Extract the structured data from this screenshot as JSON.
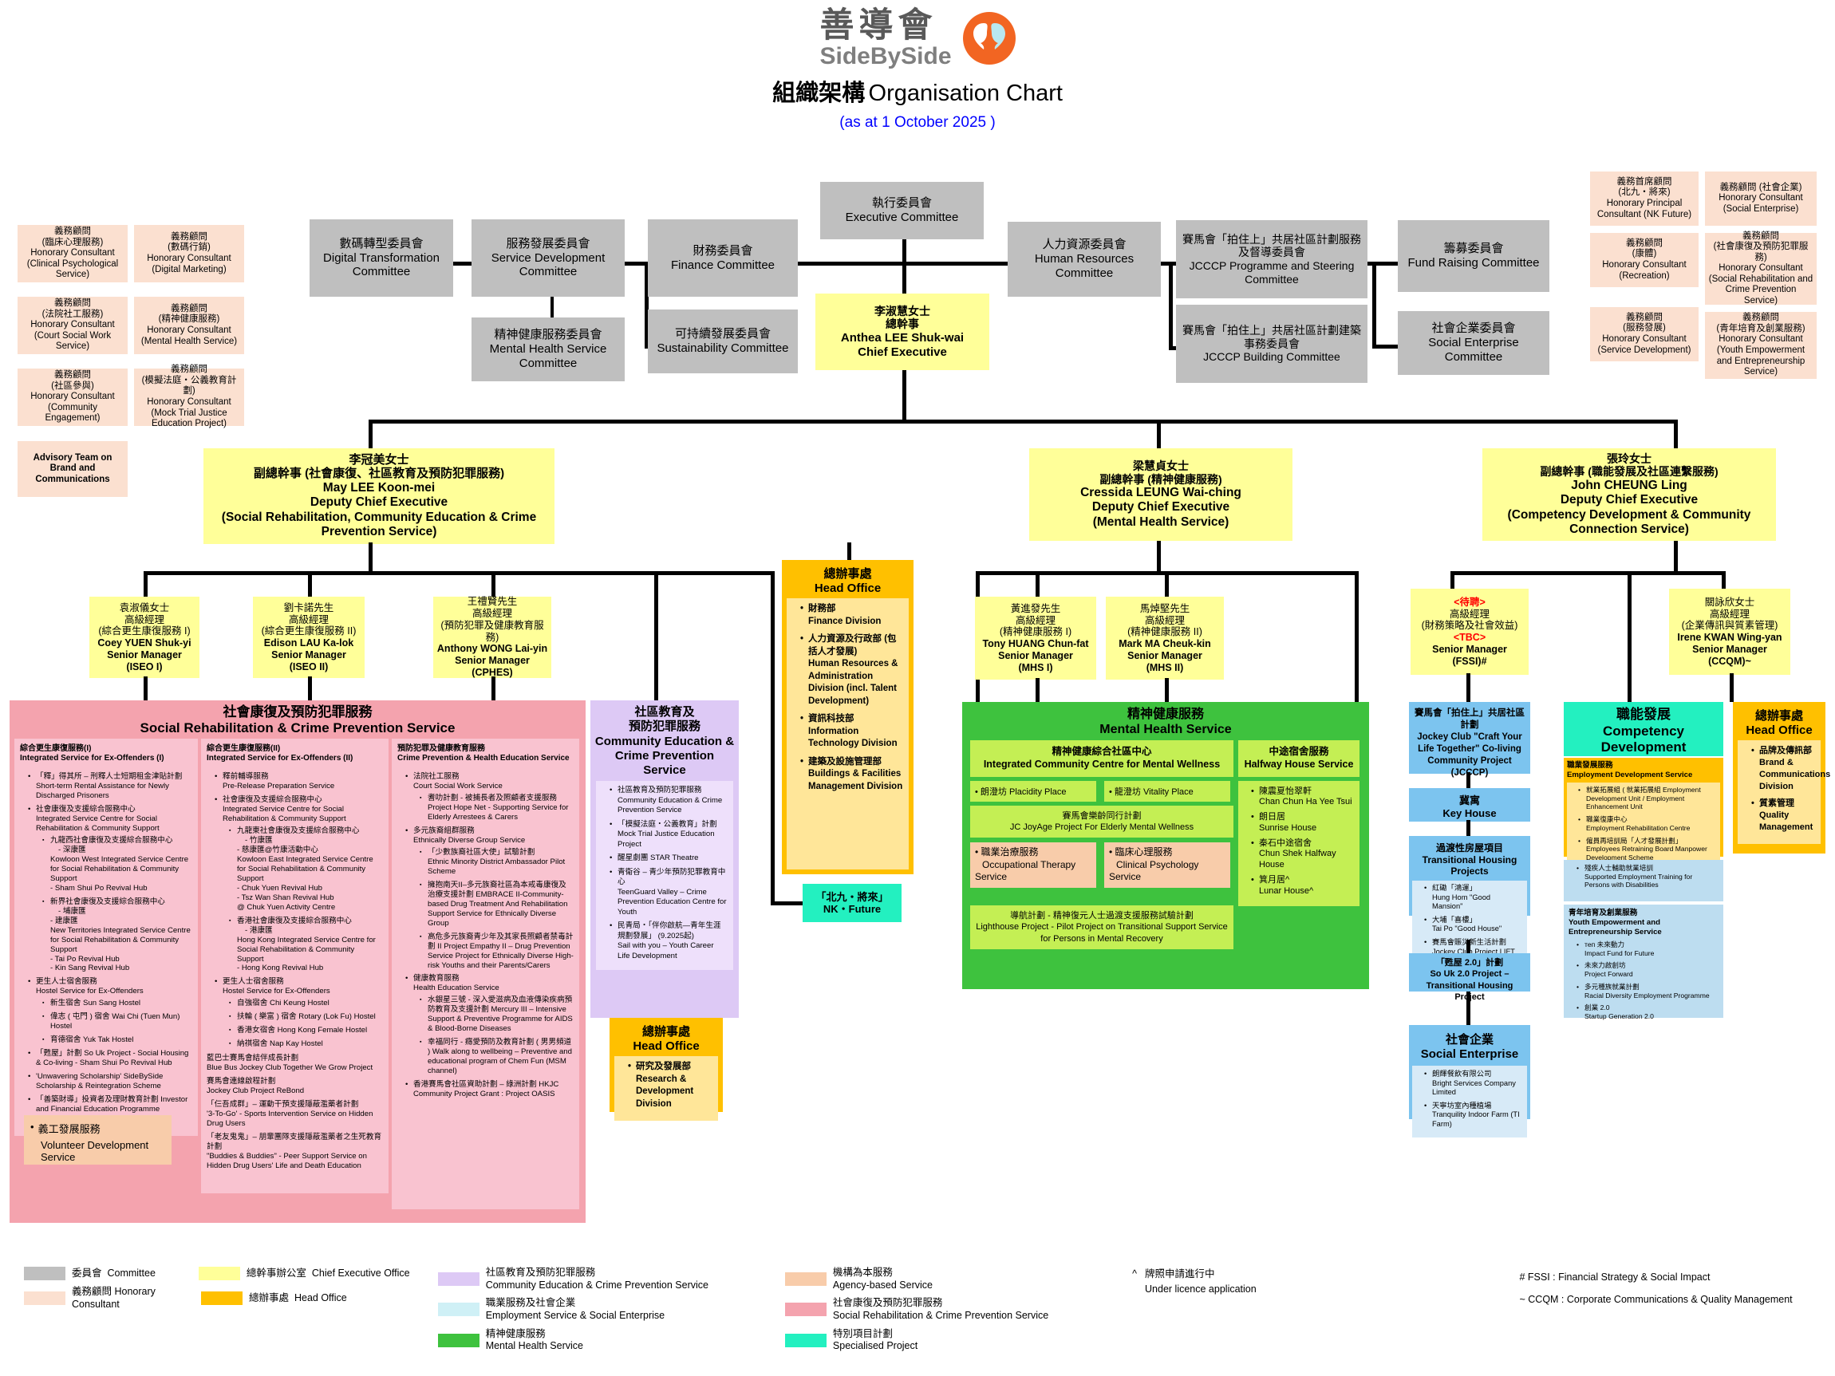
{
  "header": {
    "org_zh": "善導會",
    "org_en": "SideBySide",
    "title_zh": "組織架構",
    "title_en": "Organisation Chart",
    "asat": "(as at 1 October 2025 )",
    "logo_color": "#f26522"
  },
  "honorary_left": [
    {
      "l1": "義務顧問",
      "l2": "(臨床心理服務)",
      "l3": "Honorary Consultant",
      "l4": "(Clinical Psychological Service)"
    },
    {
      "l1": "義務顧問",
      "l2": "(數碼行銷)",
      "l3": "Honorary Consultant",
      "l4": "(Digital Marketing)"
    },
    {
      "l1": "義務顧問",
      "l2": "(法院社工服務)",
      "l3": "Honorary Consultant",
      "l4": "(Court Social Work Service)"
    },
    {
      "l1": "義務顧問",
      "l2": "(精神健康服務)",
      "l3": "Honorary Consultant",
      "l4": "(Mental Health Service)"
    },
    {
      "l1": "義務顧問",
      "l2": "(社區參與)",
      "l3": "Honorary Consultant",
      "l4": "(Community Engagement)"
    },
    {
      "l1": "義務顧問",
      "l2": "(模擬法庭・公義教育計劃)",
      "l3": "Honorary Consultant",
      "l4": "(Mock Trial Justice Education Project)"
    }
  ],
  "advisory_team": "Advisory Team on Brand and Communications",
  "honorary_right": [
    {
      "l1": "義務首席顧問",
      "l2": "(北九・將來)",
      "l3": "Honorary Principal",
      "l4": "Consultant (NK Future)"
    },
    {
      "l1": "義務顧問 (社會企業)",
      "l2": "",
      "l3": "Honorary Consultant",
      "l4": "(Social Enterprise)"
    },
    {
      "l1": "義務顧問",
      "l2": "(康體)",
      "l3": "Honorary Consultant",
      "l4": "(Recreation)"
    },
    {
      "l1": "義務顧問",
      "l2": "(社會康復及預防犯罪服務)",
      "l3": "Honorary Consultant",
      "l4": "(Social Rehabilitation and Crime Prevention Service)"
    },
    {
      "l1": "義務顧問",
      "l2": "(服務發展)",
      "l3": "Honorary Consultant",
      "l4": "(Service Development)"
    },
    {
      "l1": "義務顧問",
      "l2": "(青年培育及創業服務)",
      "l3": "Honorary Consultant",
      "l4": "(Youth Empowerment and Entrepreneurship Service)"
    }
  ],
  "committees": {
    "executive": {
      "zh": "執行委員會",
      "en": "Executive Committee"
    },
    "digital": {
      "zh": "數碼轉型委員會",
      "en": "Digital Transformation Committee"
    },
    "service_dev": {
      "zh": "服務發展委員會",
      "en": "Service Development Committee"
    },
    "mental_health": {
      "zh": "精神健康服務委員會",
      "en": "Mental Health Service Committee"
    },
    "finance": {
      "zh": "財務委員會",
      "en": "Finance Committee"
    },
    "sustainability": {
      "zh": "可持續發展委員會",
      "en": "Sustainability Committee"
    },
    "hr": {
      "zh": "人力資源委員會",
      "en": "Human Resources Committee"
    },
    "jcccp_prog": {
      "zh": "賽馬會「拍住上」共居社區計劃服務及督導委員會",
      "en": "JCCCP Programme and Steering Committee"
    },
    "jcccp_build": {
      "zh": "賽馬會「拍住上」共居社區計劃建築事務委員會",
      "en": "JCCCP Building Committee"
    },
    "fund_raising": {
      "zh": "籌募委員會",
      "en": "Fund Raising Committee"
    },
    "social_ent": {
      "zh": "社會企業委員會",
      "en": "Social Enterprise Committee"
    }
  },
  "chief_executive": {
    "name_zh": "李淑慧女士",
    "title_zh": "總幹事",
    "name_en": "Anthea LEE Shuk-wai",
    "title_en": "Chief Executive"
  },
  "dce": [
    {
      "name_zh": "李冠美女士",
      "title_zh": "副總幹事 (社會康復、社區教育及預防犯罪服務)",
      "name_en": "May LEE Koon-mei",
      "title_en": "Deputy Chief Executive",
      "scope_en": "(Social Rehabilitation, Community Education & Crime Prevention Service)"
    },
    {
      "name_zh": "梁慧貞女士",
      "title_zh": "副總幹事 (精神健康服務)",
      "name_en": "Cressida LEUNG Wai-ching",
      "title_en": "Deputy Chief Executive",
      "scope_en": "(Mental Health Service)"
    },
    {
      "name_zh": "張玲女士",
      "title_zh": "副總幹事 (職能發展及社區連繫服務)",
      "name_en": "John CHEUNG Ling",
      "title_en": "Deputy Chief Executive",
      "scope_en": "(Competency Development & Community Connection Service)"
    }
  ],
  "senior_managers": [
    {
      "name_zh": "袁淑儀女士",
      "rank_zh": "高級經理",
      "scope_zh": "(綜合更生康復服務 I)",
      "name_en": "Coey YUEN Shuk-yi",
      "rank_en": "Senior Manager",
      "scope_en": "(ISEO I)"
    },
    {
      "name_zh": "劉卡諾先生",
      "rank_zh": "高級經理",
      "scope_zh": "(綜合更生康復服務 II)",
      "name_en": "Edison LAU Ka-lok",
      "rank_en": "Senior Manager",
      "scope_en": "(ISEO II)"
    },
    {
      "name_zh": "王禮賢先生",
      "rank_zh": "高級經理",
      "scope_zh": "(預防犯罪及健康教育服務)",
      "name_en": "Anthony WONG Lai-yin",
      "rank_en": "Senior Manager",
      "scope_en": "(CPHES)"
    },
    {
      "name_zh": "黃進發先生",
      "rank_zh": "高級經理",
      "scope_zh": "(精神健康服務 I)",
      "name_en": "Tony HUANG Chun-fat",
      "rank_en": "Senior Manager",
      "scope_en": "(MHS I)"
    },
    {
      "name_zh": "馬焯堅先生",
      "rank_zh": "高級經理",
      "scope_zh": "(精神健康服務 II)",
      "name_en": "Mark MA Cheuk-kin",
      "rank_en": "Senior Manager",
      "scope_en": "(MHS II)"
    },
    {
      "name_zh": "<待聘>",
      "rank_zh": "高級經理",
      "scope_zh": "(財務策略及社會效益)",
      "name_en": "<TBC>",
      "rank_en": "Senior Manager",
      "scope_en": "(FSSI)#",
      "vacant": true
    },
    {
      "name_zh": "關詠欣女士",
      "rank_zh": "高級經理",
      "scope_zh": "(企業傳訊與質素管理)",
      "name_en": "Irene KWAN Wing-yan",
      "rank_en": "Senior Manager",
      "scope_en": "(CCQM)~"
    }
  ],
  "head_office_main": {
    "title_zh": "總辦事處",
    "title_en": "Head Office",
    "items": [
      {
        "zh": "財務部",
        "en": "Finance Division"
      },
      {
        "zh": "人力資源及行政部 (包括人才發展)",
        "en": "Human Resources & Administration Division (incl. Talent Development)"
      },
      {
        "zh": "資訊科技部",
        "en": "Information Technology Division"
      },
      {
        "zh": "建築及設施管理部",
        "en": "Buildings & Facilities Management Division"
      }
    ]
  },
  "nk_future": {
    "zh": "「北九・將來」",
    "en": "NK・Future"
  },
  "head_office_rd": {
    "title_zh": "總辦事處",
    "title_en": "Head Office",
    "items": [
      {
        "zh": "研究及發展部",
        "en": "Research & Development Division"
      }
    ]
  },
  "head_office_right": {
    "title_zh": "總辦事處",
    "title_en": "Head Office",
    "items": [
      {
        "zh": "品牌及傳訊部",
        "en": "Brand & Communications Division"
      },
      {
        "zh": "質素管理",
        "en": "Quality Management"
      }
    ]
  },
  "srcps": {
    "title_zh": "社會康復及預防犯罪服務",
    "title_en": "Social Rehabilitation & Crime Prevention Service",
    "columns": [
      {
        "head_zh": "綜合更生康復服務(I)",
        "head_en": "Integrated Service for Ex-Offenders (I)",
        "items": [
          {
            "zh": "「釋」得其所 – 刑釋人士短期租金津貼計劃",
            "en": "Short-term Rental Assistance for Newly Discharged Prisoners"
          },
          {
            "zh": "社會康復及支援綜合服務中心",
            "en": "Integrated Service Centre for Social Rehabilitation & Community Support",
            "sub": [
              {
                "zh": "九龍西社會康復及支援綜合服務中心",
                "zh2": "- 深康匯",
                "en": "Kowloon West Integrated Service Centre for Social Rehabilitation & Community Support",
                "en2": "- Sham Shui Po Revival Hub"
              },
              {
                "zh": "新界社會康復及支援綜合服務中心",
                "zh2": "- 埔康匯\n- 建康匯",
                "en": "New Territories Integrated Service Centre for Social Rehabilitation & Community Support",
                "en2": "- Tai Po Revival Hub\n- Kin Sang Revival Hub"
              }
            ]
          },
          {
            "zh": "更生人士宿舍服務",
            "en": "Hostel Service for Ex-Offenders",
            "sub": [
              {
                "zh": "新生宿舍 Sun Sang Hostel"
              },
              {
                "zh": "偉志 ( 屯門 ) 宿舍 Wai Chi (Tuen Mun) Hostel"
              },
              {
                "zh": "育德宿舍 Yuk Tak Hostel"
              }
            ]
          },
          {
            "zh": "「甦屋」計劃 So Uk Project - Social Housing & Co-living - Sham Shui Po Revival Hub"
          },
          {
            "zh": "'Unwavering Scholarship' SideBySide Scholarship & Reintegration Scheme"
          },
          {
            "zh": "「善築財導」投資者及理財教育計劃 Investor and Financial Education Programme"
          }
        ],
        "volunteer": {
          "zh": "義工發展服務",
          "en": "Volunteer Development Service"
        }
      },
      {
        "head_zh": "綜合更生康復服務(II)",
        "head_en": "Integrated Service for Ex-Offenders (II)",
        "items": [
          {
            "zh": "釋前輔導服務",
            "en": "Pre-Release Preparation Service"
          },
          {
            "zh": "社會康復及支援綜合服務中心",
            "en": "Integrated Service Centre for Social Rehabilitation & Community Support",
            "sub": [
              {
                "zh": "九龍東社會康復及支援綜合服務中心",
                "zh2": "- 竹康匯\n- 慈康匯@竹康活動中心",
                "en": "Kowloon East Integrated Service Centre for Social Rehabilitation & Community Support",
                "en2": "- Chuk Yuen Revival Hub\n- Tsz Wan Shan Revival Hub\n  @ Chuk Yuen Activity Centre"
              },
              {
                "zh": "香港社會康復及支援綜合服務中心",
                "zh2": "- 港康匯",
                "en": "Hong Kong Integrated Service Centre for Social Rehabilitation & Community Support",
                "en2": "- Hong Kong Revival Hub"
              }
            ]
          },
          {
            "zh": "更生人士宿舍服務",
            "en": "Hostel Service for Ex-Offenders",
            "sub": [
              {
                "zh": "自強宿舍 Chi Keung Hostel"
              },
              {
                "zh": "扶輪 ( 樂富 ) 宿舍 Rotary (Lok Fu) Hostel"
              },
              {
                "zh": "香港女宿舍 Hong Kong Female Hostel"
              },
              {
                "zh": "納祺宿舍 Nap Kay Hostel"
              }
            ]
          },
          {
            "zh": "藍巴士賽馬會結伴成長計劃",
            "en": "Blue Bus Jockey Club Together We Grow Project"
          },
          {
            "zh": "賽馬會連線啟程計劃",
            "en": "Jockey Club Project ReBond"
          },
          {
            "zh": "「仨吾成群」– 運動干預支援隱蔽濫藥者計劃",
            "en": "'3-To-Go' - Sports Intervention Service on Hidden Drug Users"
          },
          {
            "zh": "「老友鬼鬼」– 朋輩團隊支援隱蔽濫藥者之生死教育計劃",
            "en": "\"Buddies & Buddies\" - Peer Support Service on Hidden Drug Users' Life and Death Education"
          }
        ]
      },
      {
        "head_zh": "預防犯罪及健康教育服務",
        "head_en": "Crime Prevention & Health Education Service",
        "items": [
          {
            "zh": "法院社工服務",
            "en": "Court Social Work Service",
            "sub": [
              {
                "zh": "耆叻計劃 - 被捕長者及照顧者支援服務",
                "en": "Project Hope Net - Supporting Service for Elderly Arrestees & Carers"
              }
            ]
          },
          {
            "zh": "多元族裔組群服務",
            "en": "Ethnically Diverse Group Service",
            "sub": [
              {
                "zh": "「少數族裔社區大使」試驗計劃",
                "en": "Ethnic Minority District Ambassador Pilot Scheme"
              },
              {
                "zh": "擁抱南天II–多元族裔社區為本戒毒康復及治療支援計劃 EMBRACE II-Community-based Drug Treatment And Rehabilitation Support Service for Ethnically Diverse Group"
              },
              {
                "zh": "高危多元族裔青少年及其家長照顧者禁毒計劃 II Project Empathy II – Drug Prevention Service Project for Ethnically Diverse High-risk Youths and their Parents/Carers"
              }
            ]
          },
          {
            "zh": "健康教育服務",
            "en": "Health Education Service",
            "sub": [
              {
                "zh": "水銀星三號 - 深入愛滋病及血液傳染疾病預防教育及支援計劃 Mercury III – Intensive Support & Preventive Programme for AIDS & Blood-Borne Diseases"
              },
              {
                "zh": "幸福同行 - 癮愛預防及教育計劃 ( 男男頻道 ) Walk along to wellbeing – Preventive and educational program of Chem Fun (MSM channel)"
              }
            ]
          },
          {
            "zh": "香港賽馬會社區資助計劃 – 綠洲計劃 HKJC Community Project Grant : Project OASIS"
          }
        ]
      }
    ]
  },
  "cecps": {
    "title_zh1": "社區教育及",
    "title_zh2": "預防犯罪服務",
    "title_en": "Community Education & Crime Prevention Service",
    "items": [
      {
        "zh": "社區教育及預防犯罪服務",
        "en": "Community Education & Crime Prevention Service"
      },
      {
        "zh": "「模擬法庭・公義教育」計劃",
        "en": "Mock Trial Justice Education Project"
      },
      {
        "zh": "醒星劇團 STAR Theatre"
      },
      {
        "zh": "青衞谷 – 青少年預防犯罪教育中心",
        "en": "TeenGuard Valley – Crime Prevention Education Centre for Youth"
      },
      {
        "zh": "民青局・「伴你啟航—青年生涯規劃發展」 (9.2025起)",
        "en": "Sail with you – Youth Career Life Development"
      }
    ]
  },
  "mhs": {
    "title_zh": "精神健康服務",
    "title_en": "Mental Health Service",
    "iccmw": {
      "zh": "精神健康綜合社區中心",
      "en": "Integrated Community Centre for Mental Wellness"
    },
    "places": [
      {
        "zh": "朗澄坊",
        "en": "Placidity Place"
      },
      {
        "zh": "龍澄坊",
        "en": "Vitality Place"
      }
    ],
    "joyage": {
      "zh": "賽馬會樂齡同行計劃",
      "en": "JC JoyAge Project For Elderly Mental Wellness"
    },
    "clinical": [
      {
        "zh": "職業治療服務",
        "en": "Occupational Therapy Service"
      },
      {
        "zh": "臨床心理服務",
        "en": "Clinical Psychology Service"
      }
    ],
    "lighthouse": {
      "zh": "導航計劃 - 精神復元人士過渡支援服務試驗計劃",
      "en": "Lighthouse Project - Pilot Project on Transitional Support Service for Persons in Mental Recovery"
    },
    "halfway": {
      "zh": "中途宿舍服務",
      "en": "Halfway House Service",
      "items": [
        {
          "zh": "陳震夏怡翠軒",
          "en": "Chan Chun Ha Yee Tsui"
        },
        {
          "zh": "朗日居",
          "en": "Sunrise House"
        },
        {
          "zh": "秦石中途宿舍",
          "en": "Chun Shek Halfway House"
        },
        {
          "zh": "箕月居^",
          "en": "Lunar House^"
        }
      ]
    }
  },
  "jcccp": {
    "title_zh": "賽馬會「拍住上」共居社區計劃",
    "title_en": "Jockey Club \"Craft Your Life Together\" Co-living Community Project (JCCCP)",
    "key_house": {
      "zh": "冀寓",
      "en": "Key House"
    },
    "transitional": {
      "zh": "過渡性房屋項目",
      "en": "Transitional Housing Projects",
      "items": [
        {
          "zh": "紅磡「鴻運」",
          "en": "Hung Hom \"Good Mansion\""
        },
        {
          "zh": "大埔「喜樓」",
          "en": "Tai Po \"Good House\""
        },
        {
          "zh": "賽馬會賑災新生活計劃",
          "en": "Jockey Club Project LIFT"
        }
      ]
    },
    "souk": {
      "zh": "「甦屋 2.0」計劃",
      "en": "So Uk 2.0 Project – Transitional Housing Project"
    },
    "social_ent": {
      "zh": "社會企業",
      "en": "Social Enterprise",
      "items": [
        {
          "zh": "朗輝餐飲有限公司",
          "en": "Bright Services Company Limited"
        },
        {
          "zh": "天寧坊室內種植場",
          "en": "Tranquility Indoor Farm (TI Farm)"
        }
      ]
    }
  },
  "competency": {
    "title_zh": "職能發展",
    "title_en": "Competency Development",
    "sections": [
      {
        "zh": "職業發展服務",
        "en": "Employment Development Service",
        "color": "#ffe699",
        "items": [
          {
            "zh": "就業拓展組 ( 就業拓展組 Employment Development Unit / Employment Enhancement Unit"
          },
          {
            "zh": "職業復康中心",
            "en": "Employment Rehabilitation Centre"
          },
          {
            "zh": "僱員再培訓局「人才發展計劃」",
            "en": "Employees Retraining Board Manpower Development Scheme"
          }
        ]
      },
      {
        "zh": "",
        "en": "",
        "color": "#bdddf0",
        "items": [
          {
            "zh": "殘疾人士輔助就業培訓",
            "en": "Supported Employment Training for Persons with Disabilities"
          }
        ]
      },
      {
        "zh": "青年培育及創業服務",
        "en": "Youth Empowerment and Entrepreneurship Service",
        "color": "#bdddf0",
        "items": [
          {
            "zh": "теп 未來動力",
            "en": "Impact Fund for Future"
          },
          {
            "zh": "未來力啟創坊",
            "en": "Project Forward"
          },
          {
            "zh": "多元種族就業計劃",
            "en": "Racial Diversity Employment Programme"
          },
          {
            "zh": "創業 2.0",
            "en": "Startup Generation 2.0"
          }
        ]
      }
    ]
  },
  "legend": {
    "swatches": [
      {
        "color": "#bfbfbf",
        "zh": "委員會",
        "en": "Committee"
      },
      {
        "color": "#ffff99",
        "zh": "總幹事辦公室",
        "en": "Chief Executive Office"
      },
      {
        "color": "#ddc9f5",
        "zh": "社區教育及預防犯罪服務",
        "en": "Community Education & Crime Prevention Service"
      },
      {
        "color": "#f8ccaa",
        "zh": "機構為本服務",
        "en": "Agency-based Service"
      },
      {
        "color": "#fbe0d0",
        "zh": "義務顧問 Honorary Consultant",
        "en": ""
      },
      {
        "color": "#ffc000",
        "zh": "總辦事處",
        "en": "Head Office"
      },
      {
        "color": "#cff0f6",
        "zh": "職業服務及社會企業",
        "en": "Employment Service & Social Enterprise"
      },
      {
        "color": "#f4a3ae",
        "zh": "社會康復及預防犯罪服務",
        "en": "Social Rehabilitation & Crime Prevention Service"
      },
      {
        "color": "#3ec23e",
        "zh": "精神健康服務",
        "en": "Mental Health Service"
      },
      {
        "color": "#23f0c0",
        "zh": "特別項目計劃",
        "en": "Specialised Project"
      }
    ],
    "notes": [
      {
        "sym": "^",
        "zh": "牌照申請進行中",
        "en": "Under licence application"
      },
      {
        "sym": "#",
        "en": "FSSI : Financial Strategy & Social Impact"
      },
      {
        "sym": "~",
        "en": "CCQM : Corporate Communications & Quality Management"
      }
    ]
  }
}
